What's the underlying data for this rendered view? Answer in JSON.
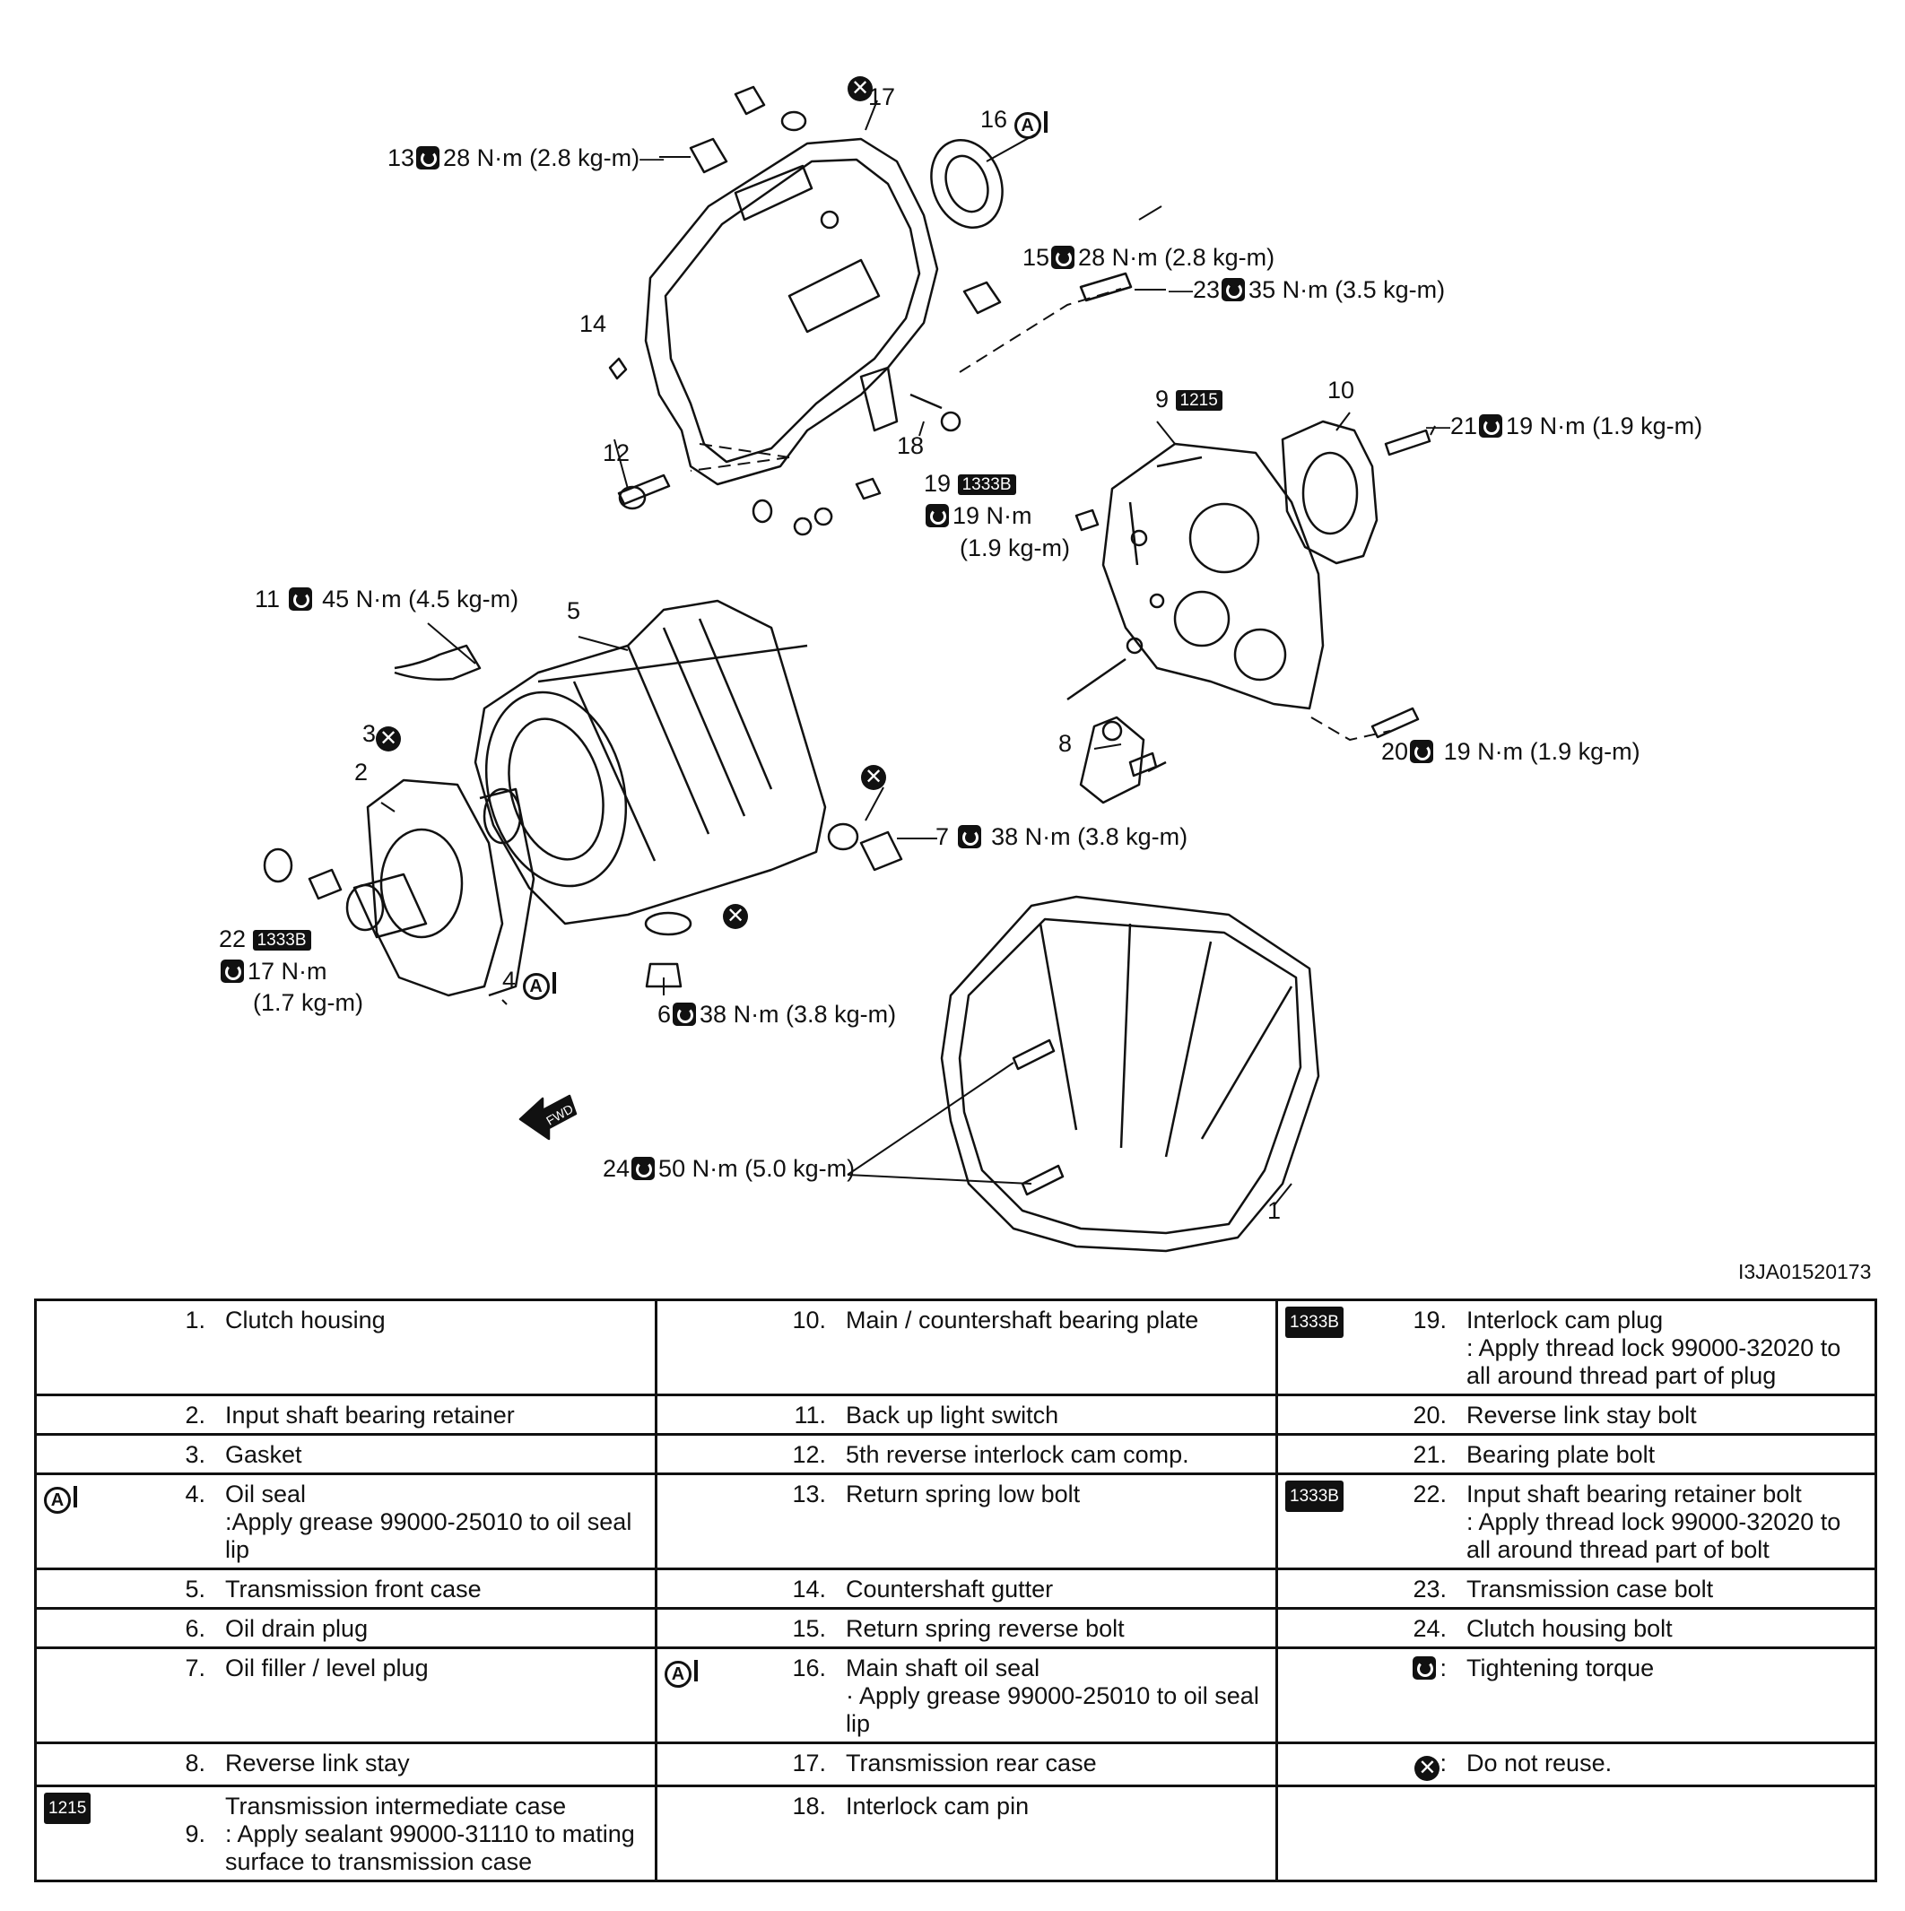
{
  "image_code": "I3JA01520173",
  "fwd_label": "FWD",
  "symbols": {
    "sealant_code": "1215",
    "threadlock_code": "1333B",
    "grease_code": "A"
  },
  "callouts": {
    "c1": "1",
    "c2": "2",
    "c3": "3",
    "c4": "4",
    "c5": "5",
    "c6_num": "6",
    "c6_torque": "38 N·m (3.8 kg-m)",
    "c7_num": "7",
    "c7_torque": "38 N·m (3.8 kg-m)",
    "c8": "8",
    "c9": "9",
    "c10": "10",
    "c11_num": "11",
    "c11_torque": "45 N·m (4.5 kg-m)",
    "c12": "12",
    "c13_num": "13",
    "c13_torque": "28 N·m (2.8 kg-m)",
    "c14": "14",
    "c15_num": "15",
    "c15_torque": "28 N·m (2.8 kg-m)",
    "c16": "16",
    "c17": "17",
    "c18": "18",
    "c19_num": "19",
    "c19_torque_a": "19 N·m",
    "c19_torque_b": "(1.9 kg-m)",
    "c20_num": "20",
    "c20_torque": "19 N·m (1.9 kg-m)",
    "c21_num": "21",
    "c21_torque": "19 N·m (1.9 kg-m)",
    "c22_num": "22",
    "c22_torque_a": "17 N·m",
    "c22_torque_b": "(1.7 kg-m)",
    "c23_num": "23",
    "c23_torque": "35 N·m (3.5 kg-m)",
    "c24_num": "24",
    "c24_torque": "50 N·m (5.0 kg-m)"
  },
  "legend": {
    "col1": [
      {
        "n": "1.",
        "text": "Clutch housing"
      },
      {
        "n": "2.",
        "text": "Input shaft bearing retainer"
      },
      {
        "n": "3.",
        "text": "Gasket"
      },
      {
        "n": "4.",
        "text": "Oil seal",
        "sub": ":Apply grease 99000-25010 to oil seal lip"
      },
      {
        "n": "5.",
        "text": "Transmission front case"
      },
      {
        "n": "6.",
        "text": "Oil drain plug"
      },
      {
        "n": "7.",
        "text": "Oil filler / level plug"
      },
      {
        "n": "8.",
        "text": "Reverse link stay"
      },
      {
        "n": "9.",
        "text": "Transmission intermediate case",
        "sub": ": Apply sealant 99000-31110 to mating",
        "sub2": "surface to transmission case"
      }
    ],
    "col2": [
      {
        "n": "10.",
        "text": "Main / countershaft bearing plate"
      },
      {
        "n": "11.",
        "text": "Back up light switch"
      },
      {
        "n": "12.",
        "text": "5th reverse interlock cam comp."
      },
      {
        "n": "13.",
        "text": "Return spring low bolt"
      },
      {
        "n": "14.",
        "text": "Countershaft gutter"
      },
      {
        "n": "15.",
        "text": "Return spring reverse bolt"
      },
      {
        "n": "16.",
        "text": "Main shaft oil seal",
        "sub": "· Apply grease 99000-25010 to oil seal lip"
      },
      {
        "n": "17.",
        "text": "Transmission rear case"
      },
      {
        "n": "18.",
        "text": "Interlock cam pin"
      }
    ],
    "col3": [
      {
        "n": "19.",
        "text": "Interlock cam plug",
        "sub": ": Apply thread lock 99000-32020 to",
        "sub2": "all around thread part of plug"
      },
      {
        "n": "20.",
        "text": "Reverse link stay bolt"
      },
      {
        "n": "21.",
        "text": "Bearing plate bolt"
      },
      {
        "n": "22.",
        "text": "Input shaft bearing retainer bolt",
        "sub": ": Apply thread lock 99000-32020 to",
        "sub2": "all around thread part of bolt"
      },
      {
        "n": "23.",
        "text": "Transmission case bolt"
      },
      {
        "n": "24.",
        "text": "Clutch housing bolt"
      },
      {
        "n": ":",
        "text": "Tightening torque"
      },
      {
        "n": ":",
        "text": "Do not reuse."
      },
      {
        "n": "",
        "text": ""
      }
    ]
  }
}
